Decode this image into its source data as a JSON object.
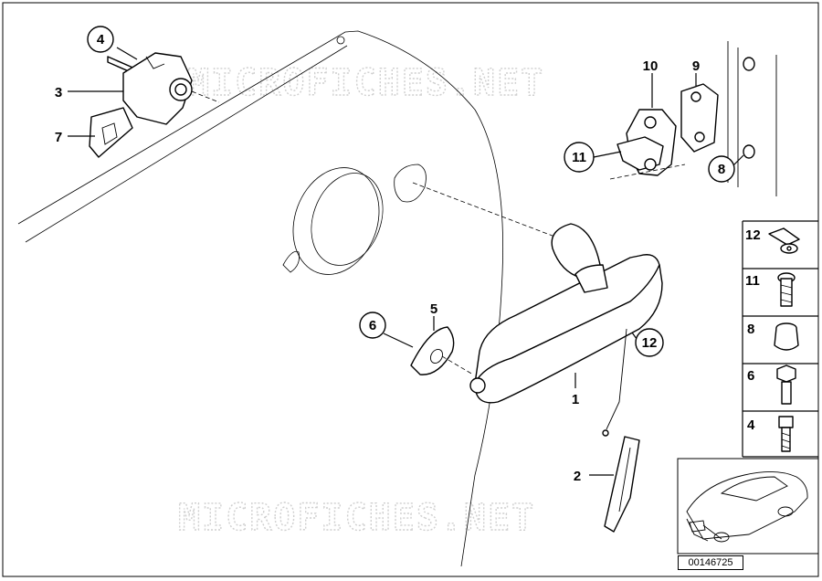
{
  "watermark": "MICROFICHES.NET",
  "diagram_id": "00146725",
  "callouts": [
    {
      "num": "1"
    },
    {
      "num": "2"
    },
    {
      "num": "3"
    },
    {
      "num": "4"
    },
    {
      "num": "5"
    },
    {
      "num": "6"
    },
    {
      "num": "7"
    },
    {
      "num": "8"
    },
    {
      "num": "9"
    },
    {
      "num": "10"
    },
    {
      "num": "11"
    },
    {
      "num": "12"
    }
  ],
  "sidebar": {
    "items": [
      {
        "num": "12",
        "icon": "clip-nut-icon"
      },
      {
        "num": "11",
        "icon": "torx-screw-icon"
      },
      {
        "num": "8",
        "icon": "rubber-grommet-icon"
      },
      {
        "num": "6",
        "icon": "hex-bolt-icon"
      },
      {
        "num": "4",
        "icon": "socket-head-screw-icon"
      }
    ]
  }
}
